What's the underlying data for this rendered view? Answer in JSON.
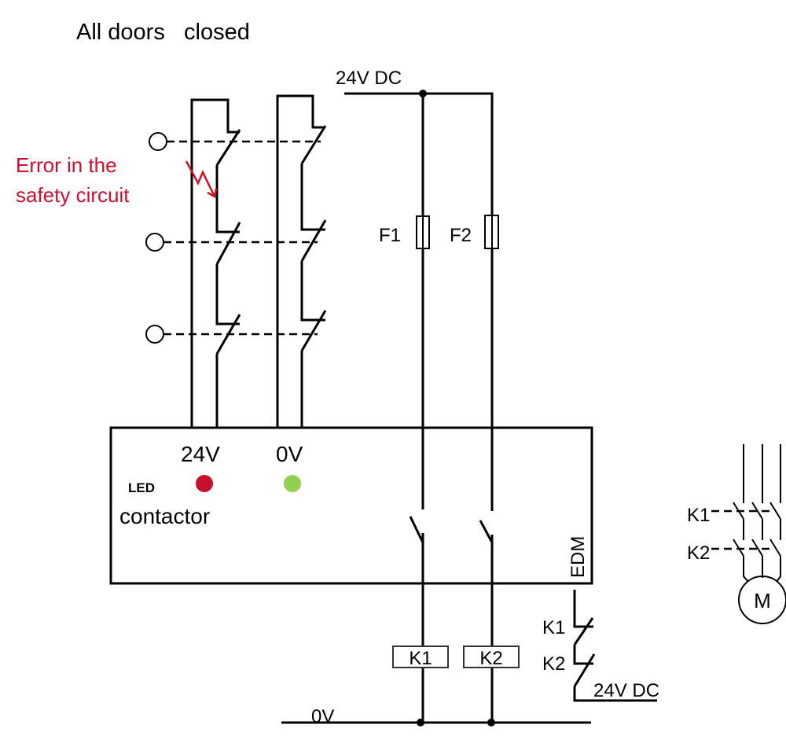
{
  "title": "All doors   closed",
  "error_annotation": {
    "line1": "Error in the",
    "line2": "safety circuit",
    "color": "#c8102e"
  },
  "supply": {
    "top_label": "24V DC",
    "bottom_label": "0V",
    "edm_supply_label": "24V DC"
  },
  "fuses": [
    {
      "label": "F1"
    },
    {
      "label": "F2"
    }
  ],
  "relay_box": {
    "channel_labels": [
      "24V",
      "0V"
    ],
    "led_label": "LED",
    "contactor_label": "contactor",
    "edm_label": "EDM",
    "leds": [
      {
        "channel": "24V",
        "state": "error",
        "color": "#c8102e"
      },
      {
        "channel": "0V",
        "state": "ok",
        "color": "#92d050"
      }
    ]
  },
  "coils": [
    {
      "label": "K1"
    },
    {
      "label": "K2"
    }
  ],
  "edm_contacts": [
    {
      "label": "K1"
    },
    {
      "label": "K2"
    }
  ],
  "motor": {
    "label": "M",
    "contact_labels": [
      "K1",
      "K2"
    ]
  },
  "door_switches": [
    {
      "id": "door-1"
    },
    {
      "id": "door-2"
    },
    {
      "id": "door-3"
    }
  ]
}
